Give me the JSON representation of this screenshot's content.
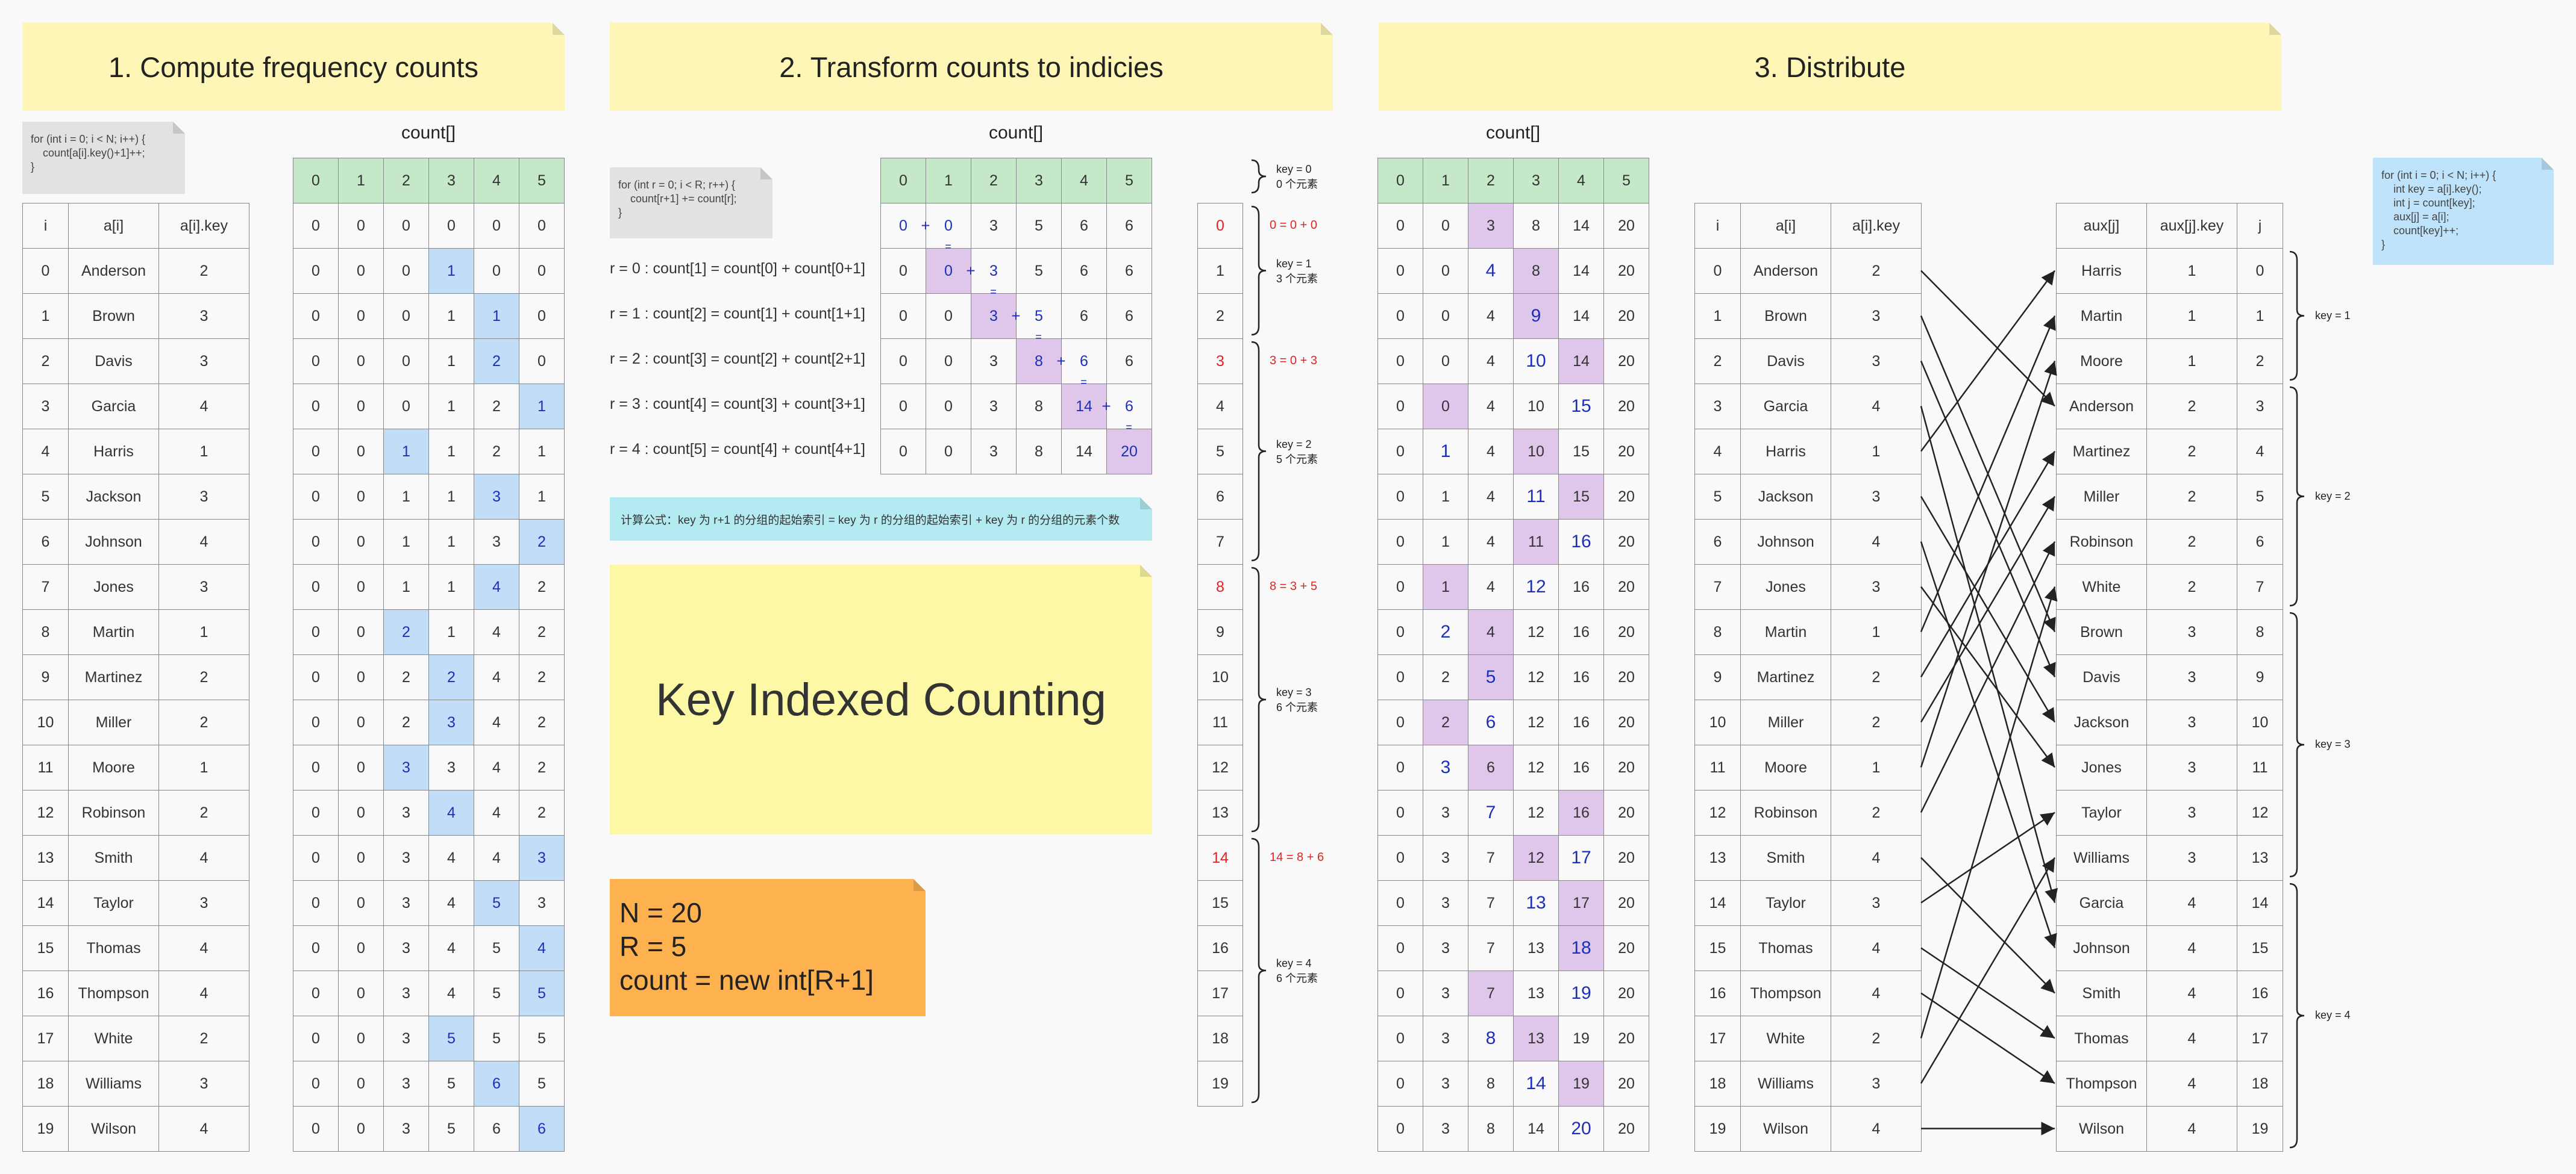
{
  "colors": {
    "header_yellow": "#fdf6b7",
    "count_header_green": "#c4e8c8",
    "highlight_blue": "#c2ddf7",
    "highlight_purple": "#dec7ea",
    "value_blue": "#1d2fb8",
    "red": "#e02424",
    "orange": "#fdb14f",
    "cyan": "#b4ebf2",
    "code_gray": "#e2e2e2",
    "code_blue": "#bfe3fb"
  },
  "sections": {
    "s1_title": "1. Compute frequency counts",
    "s2_title": "2. Transform counts to indicies",
    "s3_title": "3. Distribute"
  },
  "code": {
    "s1": "for (int i = 0; i < N; i++) {\n    count[a[i].key()+1]++;\n}",
    "s2": "for (int r = 0; i < R; r++) {\n    count[r+1] += count[r];\n}",
    "s3": "for (int i = 0; i < N; i++) {\n    int key = a[i].key();\n    int j = count[key];\n    aux[j] = a[i];\n    count[key]++;\n}"
  },
  "labels": {
    "count": "count[]",
    "i": "i",
    "a": "a[i]",
    "akey": "a[i].key",
    "aux": "aux[j]",
    "auxkey": "aux[j].key",
    "j": "j",
    "indices": [
      "0",
      "1",
      "2",
      "3",
      "4",
      "5"
    ],
    "big_title": "Key Indexed Counting",
    "formula_note": "计算公式：key 为 r+1 的分组的起始索引 = key 为 r 的分组的起始索引 + key 为 r 的分组的元素个数",
    "orange_lines": [
      "N = 20",
      "R = 5",
      "count = new int[R+1]"
    ],
    "transform_formulas": [
      "r = 0 : count[1] = count[0] + count[0+1]",
      "r = 1 : count[2] = count[1] + count[1+1]",
      "r = 2 : count[3] = count[2] + count[2+1]",
      "r = 3 : count[4] = count[3] + count[3+1]",
      "r = 4 : count[5] = count[4] + count[4+1]"
    ],
    "plus": "+",
    "eq": "="
  },
  "names": [
    "Anderson",
    "Brown",
    "Davis",
    "Garcia",
    "Harris",
    "Jackson",
    "Johnson",
    "Jones",
    "Martin",
    "Martinez",
    "Miller",
    "Moore",
    "Robinson",
    "Smith",
    "Taylor",
    "Thomas",
    "Thompson",
    "White",
    "Williams",
    "Wilson"
  ],
  "keys": [
    2,
    3,
    3,
    4,
    1,
    3,
    4,
    3,
    1,
    2,
    2,
    1,
    2,
    4,
    3,
    4,
    4,
    2,
    3,
    4
  ],
  "aux_names": [
    "Harris",
    "Martin",
    "Moore",
    "Anderson",
    "Martinez",
    "Miller",
    "Robinson",
    "White",
    "Brown",
    "Davis",
    "Jackson",
    "Jones",
    "Taylor",
    "Williams",
    "Garcia",
    "Johnson",
    "Smith",
    "Thomas",
    "Thompson",
    "Wilson"
  ],
  "aux_keys": [
    1,
    1,
    1,
    2,
    2,
    2,
    2,
    2,
    3,
    3,
    3,
    3,
    3,
    3,
    4,
    4,
    4,
    4,
    4,
    4
  ],
  "count1_rows": [
    [
      0,
      0,
      0,
      0,
      0,
      0
    ],
    [
      0,
      0,
      0,
      1,
      0,
      0
    ],
    [
      0,
      0,
      0,
      1,
      1,
      0
    ],
    [
      0,
      0,
      0,
      1,
      2,
      0
    ],
    [
      0,
      0,
      0,
      1,
      2,
      1
    ],
    [
      0,
      0,
      1,
      1,
      2,
      1
    ],
    [
      0,
      0,
      1,
      1,
      3,
      1
    ],
    [
      0,
      0,
      1,
      1,
      3,
      2
    ],
    [
      0,
      0,
      1,
      1,
      4,
      2
    ],
    [
      0,
      0,
      2,
      1,
      4,
      2
    ],
    [
      0,
      0,
      2,
      2,
      4,
      2
    ],
    [
      0,
      0,
      2,
      3,
      4,
      2
    ],
    [
      0,
      0,
      3,
      3,
      4,
      2
    ],
    [
      0,
      0,
      3,
      4,
      4,
      2
    ],
    [
      0,
      0,
      3,
      4,
      4,
      3
    ],
    [
      0,
      0,
      3,
      4,
      5,
      3
    ],
    [
      0,
      0,
      3,
      4,
      5,
      4
    ],
    [
      0,
      0,
      3,
      4,
      5,
      5
    ],
    [
      0,
      0,
      3,
      5,
      5,
      5
    ],
    [
      0,
      0,
      3,
      5,
      6,
      5
    ],
    [
      0,
      0,
      3,
      5,
      6,
      6
    ]
  ],
  "count1_hl": [
    null,
    3,
    4,
    4,
    5,
    2,
    4,
    5,
    4,
    2,
    3,
    3,
    2,
    3,
    5,
    4,
    5,
    5,
    3,
    4,
    5
  ],
  "count2_rows": [
    [
      0,
      0,
      3,
      5,
      6,
      6
    ],
    [
      0,
      0,
      3,
      5,
      6,
      6
    ],
    [
      0,
      0,
      3,
      5,
      6,
      6
    ],
    [
      0,
      0,
      3,
      8,
      6,
      6
    ],
    [
      0,
      0,
      3,
      8,
      14,
      6
    ],
    [
      0,
      0,
      3,
      8,
      14,
      20
    ]
  ],
  "count2_hl": [
    [
      0,
      1
    ],
    [
      1,
      2
    ],
    [
      2,
      3
    ],
    [
      3,
      4
    ],
    [
      4,
      5
    ],
    [
      5
    ]
  ],
  "ruler_nums": [
    0,
    1,
    2,
    3,
    4,
    5,
    6,
    7,
    8,
    9,
    10,
    11,
    12,
    13,
    14,
    15,
    16,
    17,
    18,
    19
  ],
  "ruler_red": {
    "0": "0 = 0 + 0",
    "3": "3 = 0 + 3",
    "8": "8 = 3 + 5",
    "14": "14 = 8 + 6"
  },
  "ruler_groups": [
    {
      "label": "key = 0",
      "sub": "0 个元素"
    },
    {
      "label": "key = 1",
      "sub": "3 个元素"
    },
    {
      "label": "key = 2",
      "sub": "5 个元素"
    },
    {
      "label": "key = 3",
      "sub": "6 个元素"
    },
    {
      "label": "key = 4",
      "sub": "6 个元素"
    }
  ],
  "count3_rows": [
    [
      0,
      0,
      3,
      8,
      14,
      20
    ],
    [
      0,
      0,
      4,
      8,
      14,
      20
    ],
    [
      0,
      0,
      4,
      9,
      14,
      20
    ],
    [
      0,
      0,
      4,
      10,
      14,
      20
    ],
    [
      0,
      0,
      4,
      10,
      15,
      20
    ],
    [
      0,
      1,
      4,
      10,
      15,
      20
    ],
    [
      0,
      1,
      4,
      11,
      15,
      20
    ],
    [
      0,
      1,
      4,
      11,
      16,
      20
    ],
    [
      0,
      1,
      4,
      12,
      16,
      20
    ],
    [
      0,
      2,
      4,
      12,
      16,
      20
    ],
    [
      0,
      2,
      5,
      12,
      16,
      20
    ],
    [
      0,
      2,
      6,
      12,
      16,
      20
    ],
    [
      0,
      3,
      6,
      12,
      16,
      20
    ],
    [
      0,
      3,
      7,
      12,
      16,
      20
    ],
    [
      0,
      3,
      7,
      12,
      17,
      20
    ],
    [
      0,
      3,
      7,
      13,
      17,
      20
    ],
    [
      0,
      3,
      7,
      13,
      18,
      20
    ],
    [
      0,
      3,
      7,
      13,
      19,
      20
    ],
    [
      0,
      3,
      8,
      13,
      19,
      20
    ],
    [
      0,
      3,
      8,
      14,
      19,
      20
    ],
    [
      0,
      3,
      8,
      14,
      20,
      20
    ]
  ],
  "aux_groups": [
    "key = 1",
    "key = 2",
    "key = 3",
    "key = 4"
  ]
}
